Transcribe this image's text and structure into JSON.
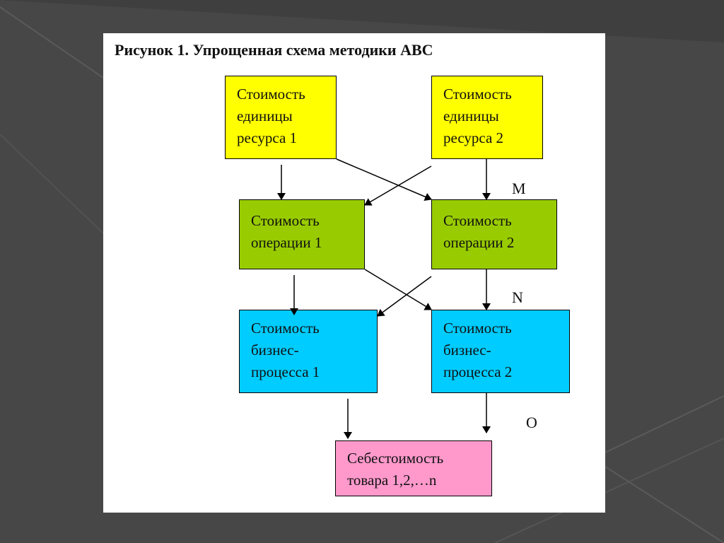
{
  "title": "Рисунок 1. Упрощенная схема методики АВС",
  "boxes": {
    "res1": [
      "Стоимость",
      "единицы",
      "ресурса 1"
    ],
    "res2": [
      "Стоимость",
      "единицы",
      "ресурса 2"
    ],
    "op1": [
      "Стоимость",
      "операции 1"
    ],
    "op2": [
      "Стоимость",
      "операции 2"
    ],
    "bp1": [
      "Стоимость",
      "бизнес-",
      "процесса 1"
    ],
    "bp2": [
      "Стоимость",
      "бизнес-",
      "процесса 2"
    ],
    "cost": [
      "Себестоимость",
      "товара 1,2,…n"
    ]
  },
  "labels": {
    "m": "M",
    "n": "N",
    "o": "O"
  },
  "colors": {
    "resource": "#ffff00",
    "operation": "#99cc00",
    "process": "#00ccff",
    "product": "#ff99cc"
  }
}
